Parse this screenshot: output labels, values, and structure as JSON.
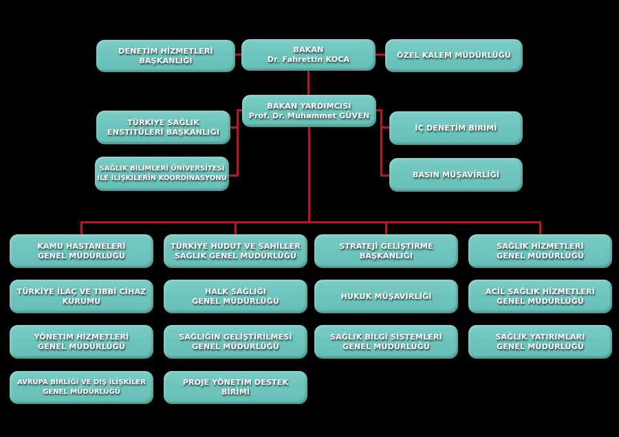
{
  "colors": {
    "background": "#000000",
    "box_fill": "#6FC5BD",
    "connector": "#BE1522",
    "text": "#FFFFFF"
  },
  "org_chart": {
    "type": "organization-chart",
    "nodes": {
      "denetim_hizmetleri": {
        "lines": [
          "DENETİM HİZMETLERİ",
          "BAŞKANLIĞI"
        ]
      },
      "bakan": {
        "lines": [
          "BAKAN",
          "Dr. Fahrettin KOCA"
        ]
      },
      "ozel_kalem": {
        "lines": [
          "ÖZEL KALEM MÜDÜRLÜĞÜ"
        ]
      },
      "bakan_yardimcisi": {
        "lines": [
          "BAKAN YARDIMCISI",
          "Prof. Dr. Muhammet GÜVEN"
        ]
      },
      "saglik_enstituleri": {
        "lines": [
          "TÜRKİYE SAĞLIK",
          "ENSTİTÜLERİ BAŞKANLIĞI"
        ]
      },
      "saglik_bilimleri": {
        "lines": [
          "SAĞLIK BİLİMLERİ ÜNİVERSİTESİ",
          "İLE İLİŞKİLERİN KOORDİNASYONU"
        ]
      },
      "ic_denetim": {
        "lines": [
          "İÇ DENETİM BİRİMİ"
        ]
      },
      "basin": {
        "lines": [
          "BASIN MÜŞAVİRLİĞİ"
        ]
      },
      "kamu_hastaneleri": {
        "lines": [
          "KAMU HASTANELERİ",
          "GENEL MÜDÜRLÜĞÜ"
        ]
      },
      "hudut_sahiller": {
        "lines": [
          "TÜRKİYE HUDUT VE SAHİLLER",
          "SAĞLIK GENEL MÜDÜRLÜĞÜ"
        ]
      },
      "strateji": {
        "lines": [
          "STRATEJİ GELİŞTİRME",
          "BAŞKANLIĞI"
        ]
      },
      "saglik_hizmetleri": {
        "lines": [
          "SAĞLIK HİZMETLERİ",
          "GENEL MÜDÜRLÜĞÜ"
        ]
      },
      "ilac_cihaz": {
        "lines": [
          "TÜRKİYE İLAÇ VE TIBBİ CİHAZ",
          "KURUMU"
        ]
      },
      "halk_sagligi": {
        "lines": [
          "HALK SAĞLIĞI",
          "GENEL MÜDÜRLÜĞÜ"
        ]
      },
      "hukuk": {
        "lines": [
          "HUKUK MÜŞAVİRLİĞİ"
        ]
      },
      "acil_saglik": {
        "lines": [
          "ACİL SAĞLIK HİZMETLERİ",
          "GENEL MÜDÜRLÜĞÜ"
        ]
      },
      "yonetim_hizmetleri": {
        "lines": [
          "YÖNETİM HİZMETLERİ",
          "GENEL MÜDÜRLÜĞÜ"
        ]
      },
      "sagligin_gelistirilmesi": {
        "lines": [
          "SAĞLIĞIN GELİŞTİRİLMESİ",
          "GENEL MÜDÜRLÜĞÜ"
        ]
      },
      "bilgi_sistemleri": {
        "lines": [
          "SAĞLIK BİLGİ SİSTEMLERİ",
          "GENEL MÜDÜRLÜĞÜ"
        ]
      },
      "yatirimlar": {
        "lines": [
          "SAĞLIK YATIRIMLARI",
          "GENEL MÜDÜRLÜĞÜ"
        ]
      },
      "avrupa_birligi": {
        "lines": [
          "AVRUPA BİRLİĞİ VE DIŞ İLİŞKİLER",
          "GENEL MÜDÜRLÜĞÜ"
        ]
      },
      "proje_yonetim": {
        "lines": [
          "PROJE YÖNETİM DESTEK",
          "BİRİMİ"
        ]
      }
    },
    "hierarchy": [
      {
        "parent": "bakan",
        "children": [
          "denetim_hizmetleri",
          "ozel_kalem",
          "bakan_yardimcisi"
        ]
      },
      {
        "parent": "bakan_yardimcisi",
        "children": [
          "saglik_enstituleri",
          "saglik_bilimleri",
          "ic_denetim",
          "basin",
          "kamu_hastaneleri",
          "hudut_sahiller",
          "strateji",
          "saglik_hizmetleri",
          "ilac_cihaz",
          "halk_sagligi",
          "hukuk",
          "acil_saglik",
          "yonetim_hizmetleri",
          "sagligin_gelistirilmesi",
          "bilgi_sistemleri",
          "yatirimlar",
          "avrupa_birligi",
          "proje_yonetim"
        ]
      }
    ]
  }
}
